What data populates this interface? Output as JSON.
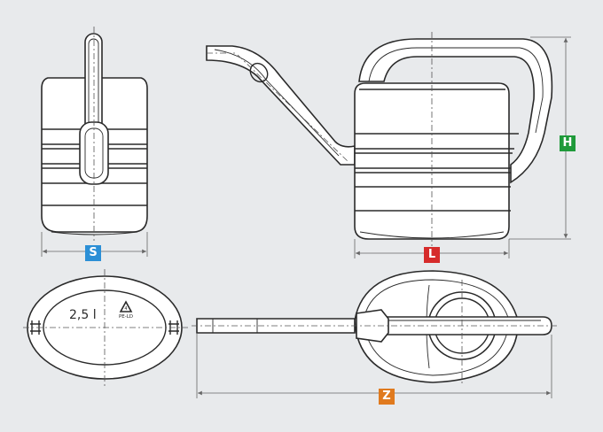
{
  "colors": {
    "background": "#e8eaec",
    "line": "#2a2a2a",
    "body_fill": "#ffffff",
    "s_badge": "#2b8fd6",
    "l_badge": "#d62b2b",
    "h_badge": "#1f9a3a",
    "z_badge": "#e07a1e"
  },
  "dimensions": {
    "s_label": "S",
    "l_label": "L",
    "h_label": "H",
    "z_label": "Z"
  },
  "top_view": {
    "capacity_label": "2,5 l",
    "recycle_icon": "recycle-triangle-icon",
    "material_label": "PE-LD"
  }
}
